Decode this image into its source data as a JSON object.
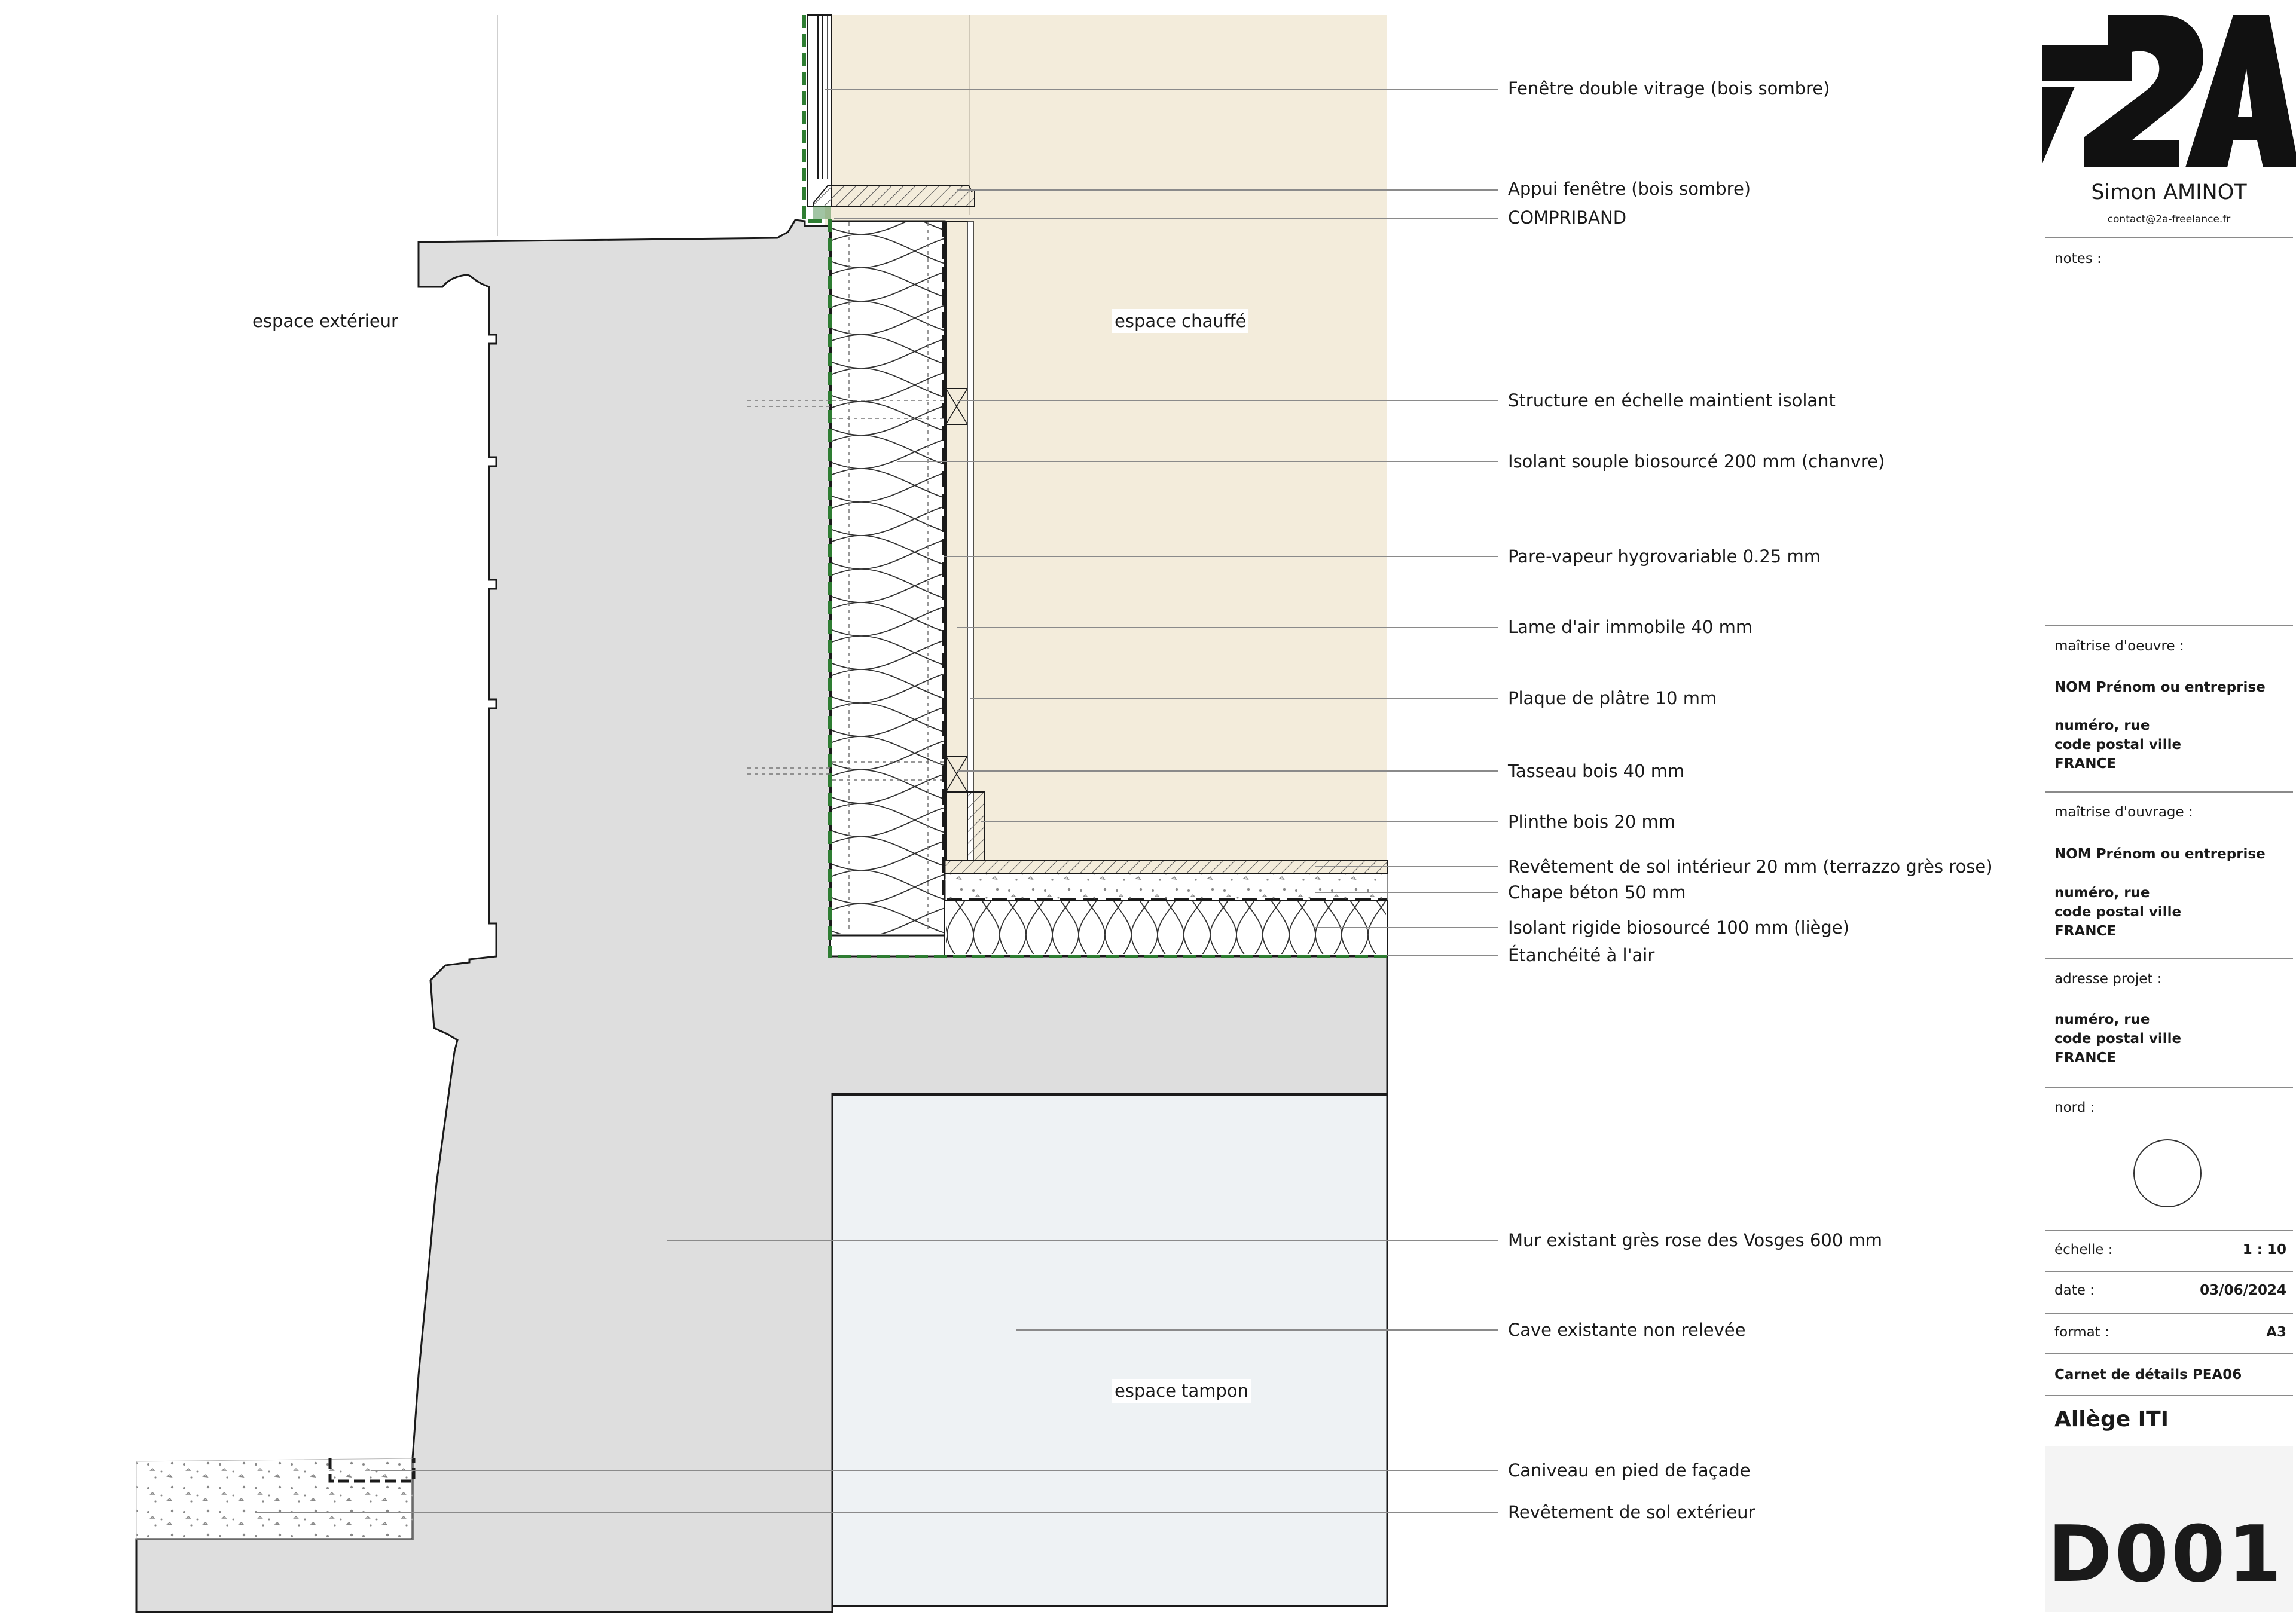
{
  "callouts": [
    {
      "id": "fenetre",
      "text": "Fenêtre double vitrage (bois sombre)"
    },
    {
      "id": "appui",
      "text": "Appui fenêtre (bois sombre)"
    },
    {
      "id": "compriband",
      "text": "COMPRIBAND"
    },
    {
      "id": "structure",
      "text": "Structure en échelle maintient isolant"
    },
    {
      "id": "isolant-souple",
      "text": "Isolant souple biosourcé 200 mm (chanvre)"
    },
    {
      "id": "pare-vapeur",
      "text": "Pare-vapeur hygrovariable 0.25 mm"
    },
    {
      "id": "lame-air",
      "text": "Lame d'air immobile 40 mm"
    },
    {
      "id": "plaque-platre",
      "text": "Plaque de plâtre 10 mm"
    },
    {
      "id": "tasseau",
      "text": "Tasseau bois 40 mm"
    },
    {
      "id": "plinthe",
      "text": "Plinthe bois 20 mm"
    },
    {
      "id": "revetement-interieur",
      "text": "Revêtement de sol intérieur 20 mm (terrazzo grès rose)"
    },
    {
      "id": "chape",
      "text": "Chape béton 50 mm"
    },
    {
      "id": "isolant-rigide",
      "text": "Isolant rigide biosourcé 100 mm (liège)"
    },
    {
      "id": "etancheite",
      "text": "Étanchéité à l'air"
    },
    {
      "id": "mur-existant",
      "text": "Mur existant grès rose des Vosges 600 mm"
    },
    {
      "id": "cave",
      "text": "Cave existante non relevée"
    },
    {
      "id": "caniveau",
      "text": "Caniveau en pied de façade"
    },
    {
      "id": "revetement-exterieur",
      "text": "Revêtement de sol extérieur"
    }
  ],
  "zones": {
    "exterieur": "espace extérieur",
    "chauffe": "espace chauffé",
    "tampon": "espace tampon"
  },
  "title_block": {
    "logo": "2A",
    "author": "Simon AMINOT",
    "contact": "contact@2a-freelance.fr",
    "notes_label": "notes :",
    "moe_label": "maîtrise d'oeuvre :",
    "moe_name": "NOM Prénom ou entreprise",
    "moe_address": "numéro, rue\ncode postal ville\nFRANCE",
    "mo_label": "maîtrise d'ouvrage :",
    "mo_name": "NOM Prénom ou entreprise",
    "mo_address": "numéro, rue\ncode postal ville\nFRANCE",
    "projet_label": "adresse projet :",
    "projet_address": "numéro, rue\ncode postal ville\nFRANCE",
    "nord_label": "nord :",
    "echelle_label": "échelle :",
    "echelle_value": "1 : 10",
    "date_label": "date :",
    "date_value": "03/06/2024",
    "format_label": "format :",
    "format_value": "A3",
    "carnet": "Carnet de détails PEA06",
    "detail_title": "Allège ITI",
    "sheet_number": "D001"
  },
  "colors": {
    "interior": "#f3ecdb",
    "wall": "#dedede",
    "cellar": "#eef2f4",
    "membrane": "#2e7d32",
    "line": "#1a1a1a"
  }
}
